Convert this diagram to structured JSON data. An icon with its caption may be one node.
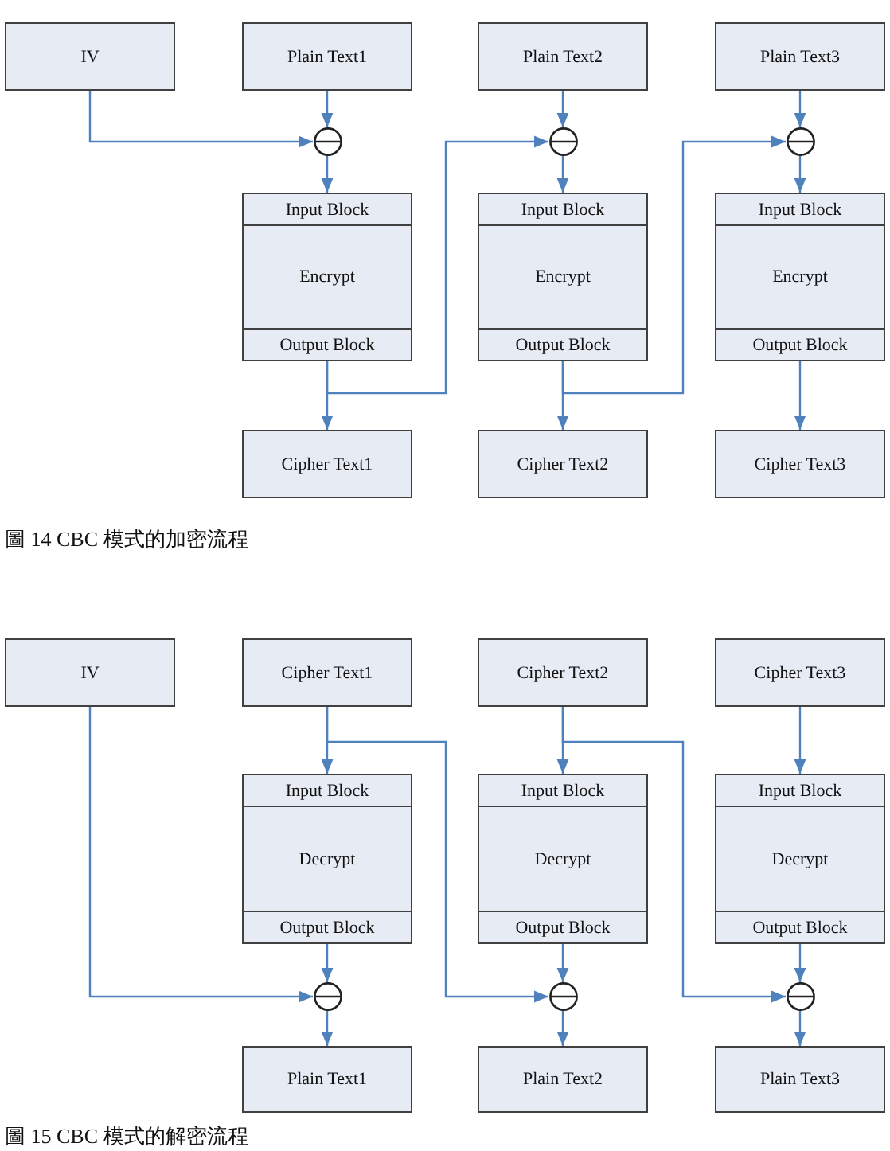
{
  "diagram": {
    "nodes": [
      {
        "text": [
          "IV"
        ]
      },
      {
        "text": [
          "Plain Text1"
        ]
      },
      {
        "text": [
          "Plain Text2"
        ]
      },
      {
        "text": [
          "Plain Text3"
        ]
      },
      {
        "text": [],
        "shape": "circle"
      },
      {
        "text": [],
        "shape": "circle"
      },
      {
        "text": [],
        "shape": "circle"
      },
      {
        "text": [
          "Input Block",
          "Encrypt",
          "Output Block"
        ]
      },
      {
        "text": [
          "Input Block",
          "Encrypt",
          "Output Block"
        ]
      },
      {
        "text": [
          "Input Block",
          "Encrypt",
          "Output Block"
        ]
      },
      {
        "text": [
          "Cipher Text1"
        ]
      },
      {
        "text": [
          "Cipher Text2"
        ]
      },
      {
        "text": [
          "Cipher Text3"
        ]
      },
      {
        "text": [
          "IV"
        ]
      },
      {
        "text": [
          "Cipher Text1"
        ]
      },
      {
        "text": [
          "Cipher Text2"
        ]
      },
      {
        "text": [
          "Cipher Text3"
        ]
      },
      {
        "text": [
          "Input Block",
          "Decrypt",
          "Output Block"
        ]
      },
      {
        "text": [
          "Input Block",
          "Decrypt",
          "Output Block"
        ]
      },
      {
        "text": [
          "Input Block",
          "Decrypt",
          "Output Block"
        ]
      },
      {
        "text": [],
        "shape": "circle"
      },
      {
        "text": [],
        "shape": "circle"
      },
      {
        "text": [],
        "shape": "circle"
      },
      {
        "text": [
          "Plain Text1"
        ]
      },
      {
        "text": [
          "Plain Text2"
        ]
      },
      {
        "text": [
          "Plain Text3"
        ]
      }
    ],
    "edges": [
      {
        "from": 0,
        "to": 4,
        "arrow": "to"
      },
      {
        "from": 1,
        "to": 4,
        "arrow": "to"
      },
      {
        "from": 2,
        "to": 5,
        "arrow": "to"
      },
      {
        "from": 3,
        "to": 6,
        "arrow": "to"
      },
      {
        "from": 4,
        "to": 7,
        "arrow": "to"
      },
      {
        "from": 5,
        "to": 8,
        "arrow": "to"
      },
      {
        "from": 6,
        "to": 9,
        "arrow": "to"
      },
      {
        "from": 7,
        "to": 10,
        "arrow": "to"
      },
      {
        "from": 7,
        "to": 5,
        "arrow": "to"
      },
      {
        "from": 8,
        "to": 11,
        "arrow": "to"
      },
      {
        "from": 8,
        "to": 6,
        "arrow": "to"
      },
      {
        "from": 9,
        "to": 12,
        "arrow": "to"
      },
      {
        "from": 14,
        "to": 17,
        "arrow": "to"
      },
      {
        "from": 14,
        "to": 21,
        "arrow": "to"
      },
      {
        "from": 15,
        "to": 18,
        "arrow": "to"
      },
      {
        "from": 15,
        "to": 22,
        "arrow": "to"
      },
      {
        "from": 16,
        "to": 19,
        "arrow": "to"
      },
      {
        "from": 17,
        "to": 20,
        "arrow": "to"
      },
      {
        "from": 18,
        "to": 21,
        "arrow": "to"
      },
      {
        "from": 19,
        "to": 22,
        "arrow": "to"
      },
      {
        "from": 13,
        "to": 20,
        "arrow": "to"
      },
      {
        "from": 20,
        "to": 23,
        "arrow": "to"
      },
      {
        "from": 21,
        "to": 24,
        "arrow": "to"
      },
      {
        "from": 22,
        "to": 25,
        "arrow": "to"
      }
    ],
    "labels": [
      "圖 14 CBC 模式的加密流程",
      "圖 15 CBC 模式的解密流程"
    ]
  }
}
